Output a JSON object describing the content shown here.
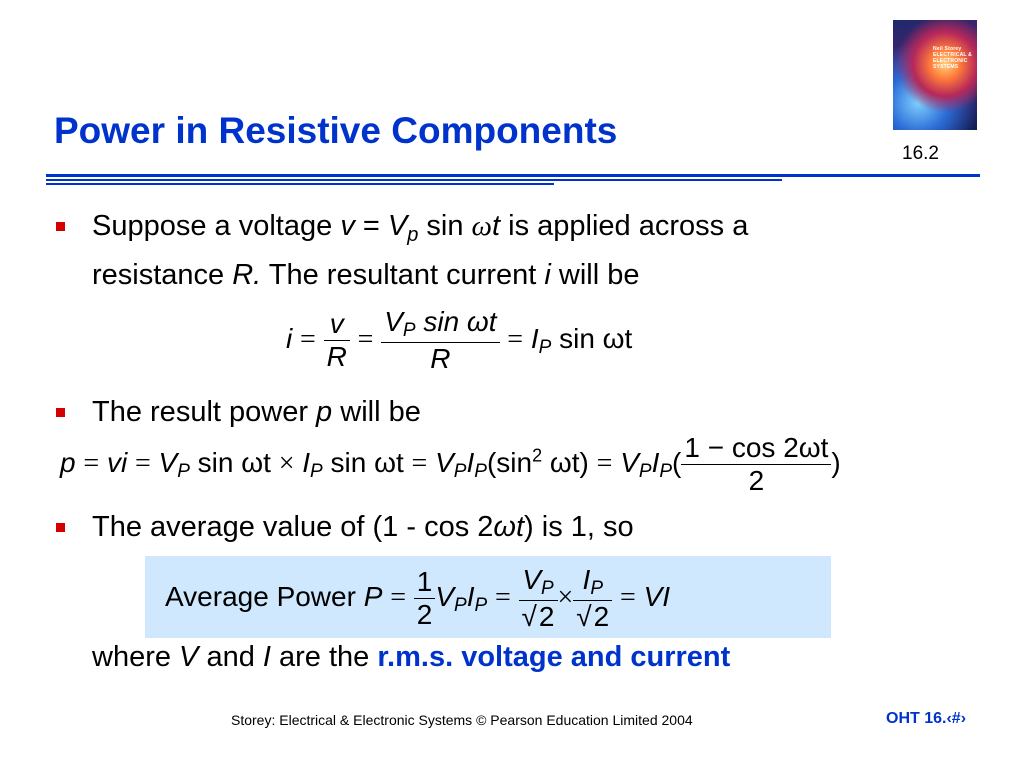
{
  "title": "Power in Resistive Components",
  "slide_number": "16.2",
  "cover": {
    "text": "Neil Storey ELECTRICAL & ELECTRONIC SYSTEMS"
  },
  "bullets": [
    {
      "line1_part1": "Suppose a voltage ",
      "v": "v",
      "eq": " = ",
      "V": "V",
      "p": "p",
      "sin": " sin ",
      "omega": "ω",
      "t": "t",
      "line1_part2": " is applied across a",
      "line2_part1": "resistance ",
      "R": "R.",
      "line2_part2": " The resultant current ",
      "i": "i",
      "line2_part3": " will be"
    },
    {
      "part1": "The result power ",
      "p": "p",
      "part2": " will be"
    },
    {
      "part1": "The average value of (1 - cos 2",
      "omega_t": "ωt",
      "part2": ") is 1, so"
    }
  ],
  "eq_current": {
    "lhs": "i",
    "eq": "=",
    "f1_num": "v",
    "f1_den": "R",
    "f2_num_V": "V",
    "f2_num_P": "P",
    "f2_num_rest": " sin ωt",
    "f2_den": "R",
    "I": "I",
    "P": "P",
    "rest": " sin ωt"
  },
  "eq_power": {
    "lhs": "p",
    "eq": "=",
    "vi": "vi",
    "term1_V": "V",
    "P": "P",
    "sinwt": " sin ωt ",
    "times": "×",
    "term1_I": "I",
    "sinwt2": " sin ωt",
    "VI_V": "V",
    "VI_I": "I",
    "open": "(sin",
    "sq": "2",
    "close": " ωt)",
    "paren_open": "(",
    "paren_close": ")",
    "frac_num": "1 − cos 2ωt",
    "frac_den": "2"
  },
  "eq_average": {
    "label": "Average Power",
    "P": "P",
    "eq": "=",
    "one": "1",
    "two": "2",
    "V": "V",
    "sub_P": "P",
    "I": "I",
    "times": "×",
    "sqrt2": "2",
    "VI": "VI"
  },
  "where_line": {
    "part1": "where ",
    "V": "V",
    "part2": " and ",
    "I": "I",
    "part3": " are the ",
    "highlight": "r.m.s. voltage and current"
  },
  "footer": {
    "citation": "Storey: Electrical & Electronic Systems © Pearson Education Limited 2004",
    "oht": "OHT 16.‹#›"
  },
  "colors": {
    "title": "#0033cc",
    "bullet": "#d40000",
    "highlight_box": "#cfe8fd",
    "rule": "#0033cc"
  }
}
